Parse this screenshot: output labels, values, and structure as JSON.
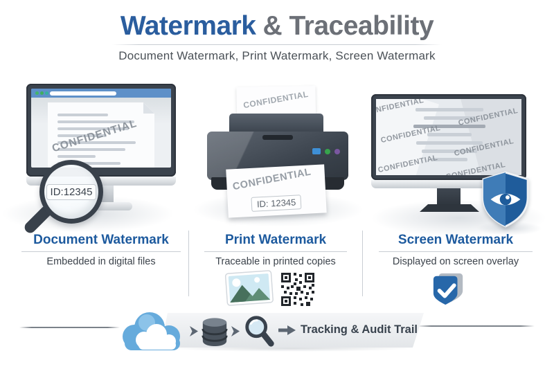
{
  "header": {
    "title_primary": "Watermark",
    "title_secondary": "& Traceability",
    "subtitle": "Document Watermark, Print Watermark, Screen Watermark"
  },
  "watermark": {
    "text": "CONFIDENTIAL"
  },
  "labels": {
    "doc_id": "ID:12345",
    "print_id": "ID: 12345"
  },
  "columns": [
    {
      "title": "Document Watermark",
      "description": "Embedded in digital files"
    },
    {
      "title": "Print Watermark",
      "description": "Traceable in printed copies"
    },
    {
      "title": "Screen Watermark",
      "description": "Displayed on screen overlay"
    }
  ],
  "footer": {
    "label": "Tracking & Audit Trail"
  },
  "icons": {
    "magnifier_id_icon": "magnifying glass over document ID",
    "shield_eye_icon": "shield with eye (screen watermark)",
    "check_shield_icon": "shield with checkmark",
    "photo_icon": "landscape photo thumbnail",
    "qr_code_icon": "QR code",
    "cloud_icon": "cloud",
    "database_icon": "database cylinder",
    "search_icon": "magnifying glass",
    "flow_arrow_icon": "right arrow"
  },
  "colors": {
    "title_blue": "#2a5d9e",
    "title_gray": "#6c7077",
    "subtitle_gray": "#4b5157",
    "caption_blue": "#1d5a9e",
    "caption_text": "#3c434b",
    "watermark_gray": "#8e959d",
    "toolbar_blue": "#5e90c8",
    "device_dark": "#3b434d",
    "shield_blue": "#2e6dab",
    "banner_gray": "#e9ebee",
    "footer_text": "#38424d",
    "button_blue": "#3e8fd6",
    "accent_green": "#37a34c",
    "accent_purple": "#7a57a0"
  }
}
